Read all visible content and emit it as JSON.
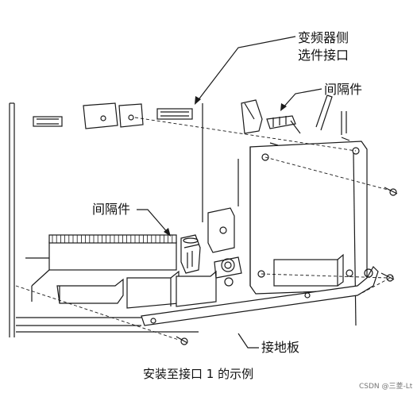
{
  "labels": {
    "inverter_connector_line1": "变频器侧",
    "inverter_connector_line2": "选件接口",
    "spacer_top": "间隔件",
    "spacer_left": "间隔件",
    "ground_plate": "接地板"
  },
  "caption": "安装至接口 1 的示例",
  "watermark": "CSDN @三菱-Lt",
  "colors": {
    "line": "#1a1a1a",
    "panel_fill": "#ffffff",
    "shade": "#cfcfcf"
  }
}
